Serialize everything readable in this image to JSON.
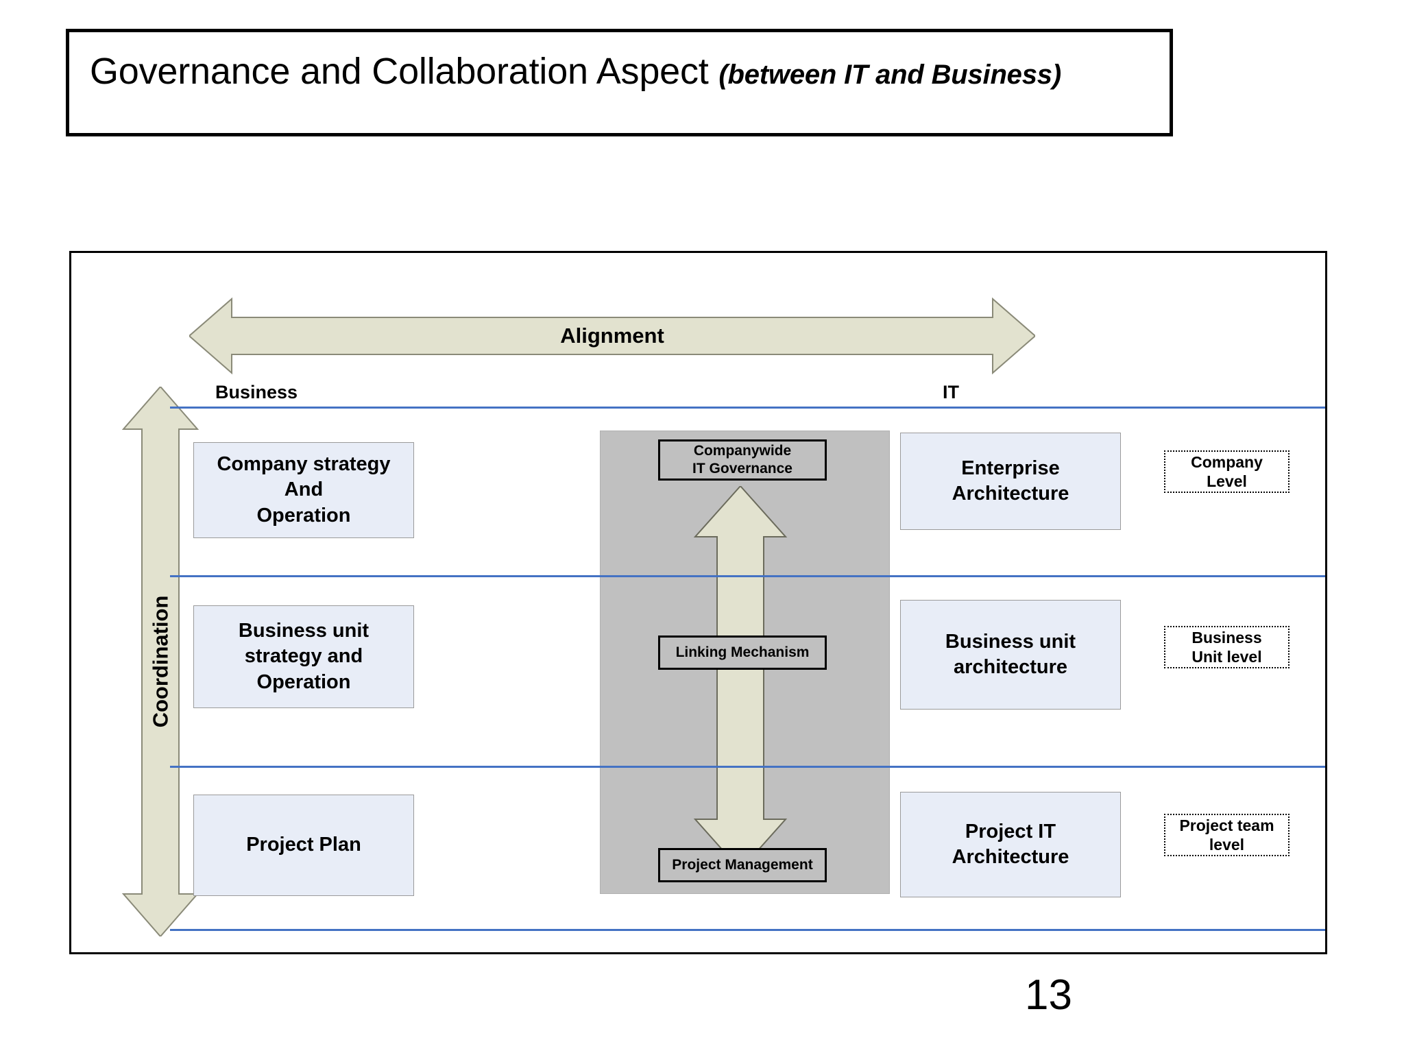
{
  "slide": {
    "title_main": "Governance and Collaboration  Aspect ",
    "title_sub": "(between IT and Business)",
    "page_number": "13"
  },
  "diagram": {
    "alignment_arrow_label": "Alignment",
    "coordination_arrow_label": "Coordination",
    "column_headers": [
      {
        "label": "Business"
      },
      {
        "label": "IT"
      }
    ],
    "business_column": [
      {
        "label": "Company strategy\nAnd\nOperation"
      },
      {
        "label": "Business unit\nstrategy and\nOperation"
      },
      {
        "label": "Project Plan"
      }
    ],
    "middle_column": [
      {
        "label": "Companywide\nIT Governance"
      },
      {
        "label": "Linking Mechanism"
      },
      {
        "label": "Project Management"
      }
    ],
    "it_column": [
      {
        "label": "Enterprise\nArchitecture"
      },
      {
        "label": "Business unit\narchitecture"
      },
      {
        "label": "Project IT\nArchitecture"
      }
    ],
    "level_tags": [
      {
        "label": "Company\nLevel"
      },
      {
        "label": "Business\nUnit level"
      },
      {
        "label": "Project team\nlevel"
      }
    ]
  },
  "colors": {
    "arrow_fill": "#e2e2cf",
    "arrow_stroke": "#8a8a78",
    "box_fill": "#e8edf7",
    "box_stroke": "#9a9a9a",
    "band_fill": "#c0c0c0",
    "rule_blue": "#4472C4",
    "frame_black": "#000000"
  }
}
